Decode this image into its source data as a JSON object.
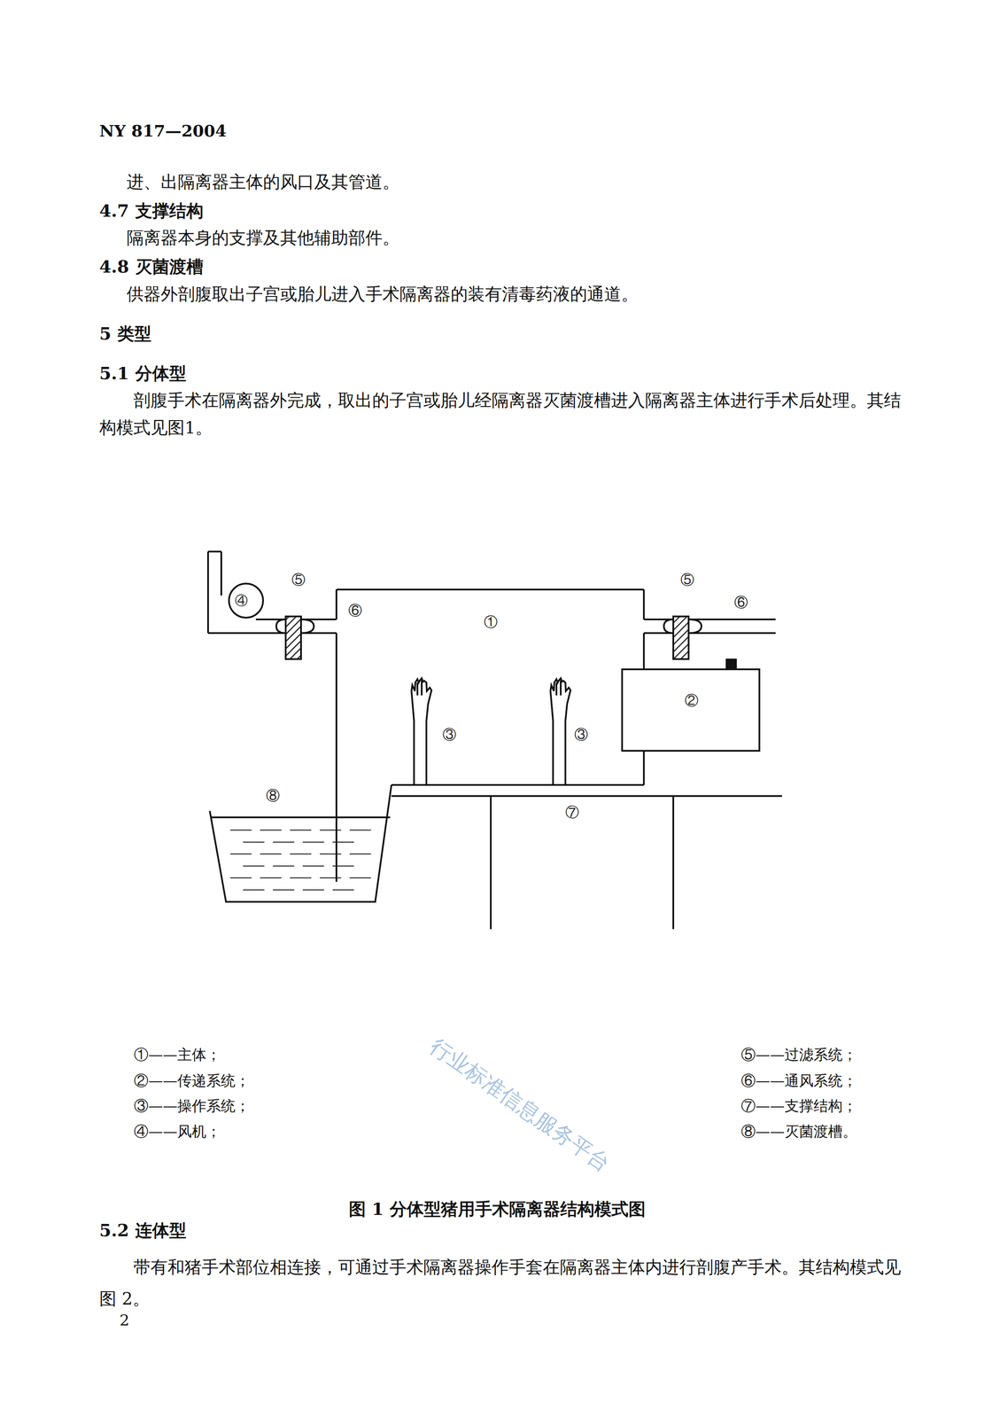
{
  "diagram": {
    "caption": "图 1 分体型猪用手术隔离器结构模式图",
    "nodes": [
      {
        "text": [
          "①"
        ]
      },
      {
        "text": [
          "②"
        ]
      },
      {
        "text": [
          "⑧"
        ]
      }
    ],
    "labels": [
      "NY 817—2004",
      "进、出隔离器主体的风口及其管道。",
      "4.7 支撑结构",
      "隔离器本身的支撑及其他辅助部件。",
      "4.8 灭菌渡槽",
      "供器外剖腹取出子宫或胎儿进入手术隔离器的装有清毒药液的通道。",
      "5 类型",
      "5.1 分体型",
      "剖腹手术在隔离器外完成，取出的子宫或胎儿经隔离器灭菌渡槽进入隔离器主体进行手术后处理。其结构模式见图1。",
      "⑤",
      "⑤",
      "⑥",
      "⑥",
      "④",
      "③",
      "③",
      "⑦",
      "①——主体；",
      "②——传递系统；",
      "③——操作系统；",
      "④——风机；",
      "⑤——过滤系统；",
      "⑥——通风系统；",
      "⑦——支撑结构；",
      "⑧——灭菌渡槽。",
      "5.2 连体型",
      "带有和猪手术部位相连接，可通过手术隔离器操作手套在隔离器主体内进行剖腹产手术。其结构模式见图 2。",
      "2",
      "行业标准信息服务平台"
    ]
  }
}
